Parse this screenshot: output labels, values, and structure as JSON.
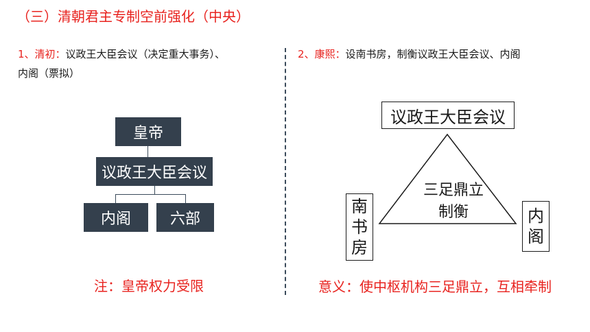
{
  "title": "（三）清朝君主专制空前强化（中央）",
  "left": {
    "item_prefix": "1、清初：",
    "item_text": "议政王大臣会议（决定重大事务）、",
    "item_text_2": "内阁（票拟）",
    "diagram": {
      "top": "皇帝",
      "middle": "议政王大臣会议",
      "bottom_left": "内阁",
      "bottom_right": "六部"
    },
    "note": "注：皇帝权力受限"
  },
  "right": {
    "item_prefix": "2、康熙：",
    "item_text": "设南书房，制衡议政王大臣会议、内阁",
    "diagram": {
      "top": "议政王大臣会议",
      "left_chars": [
        "南",
        "书",
        "房"
      ],
      "right_chars": [
        "内",
        "阁"
      ],
      "center_line1": "三足鼎立",
      "center_line2": "制衡"
    },
    "note": "意义：使中枢机构三足鼎立，互相牵制"
  }
}
